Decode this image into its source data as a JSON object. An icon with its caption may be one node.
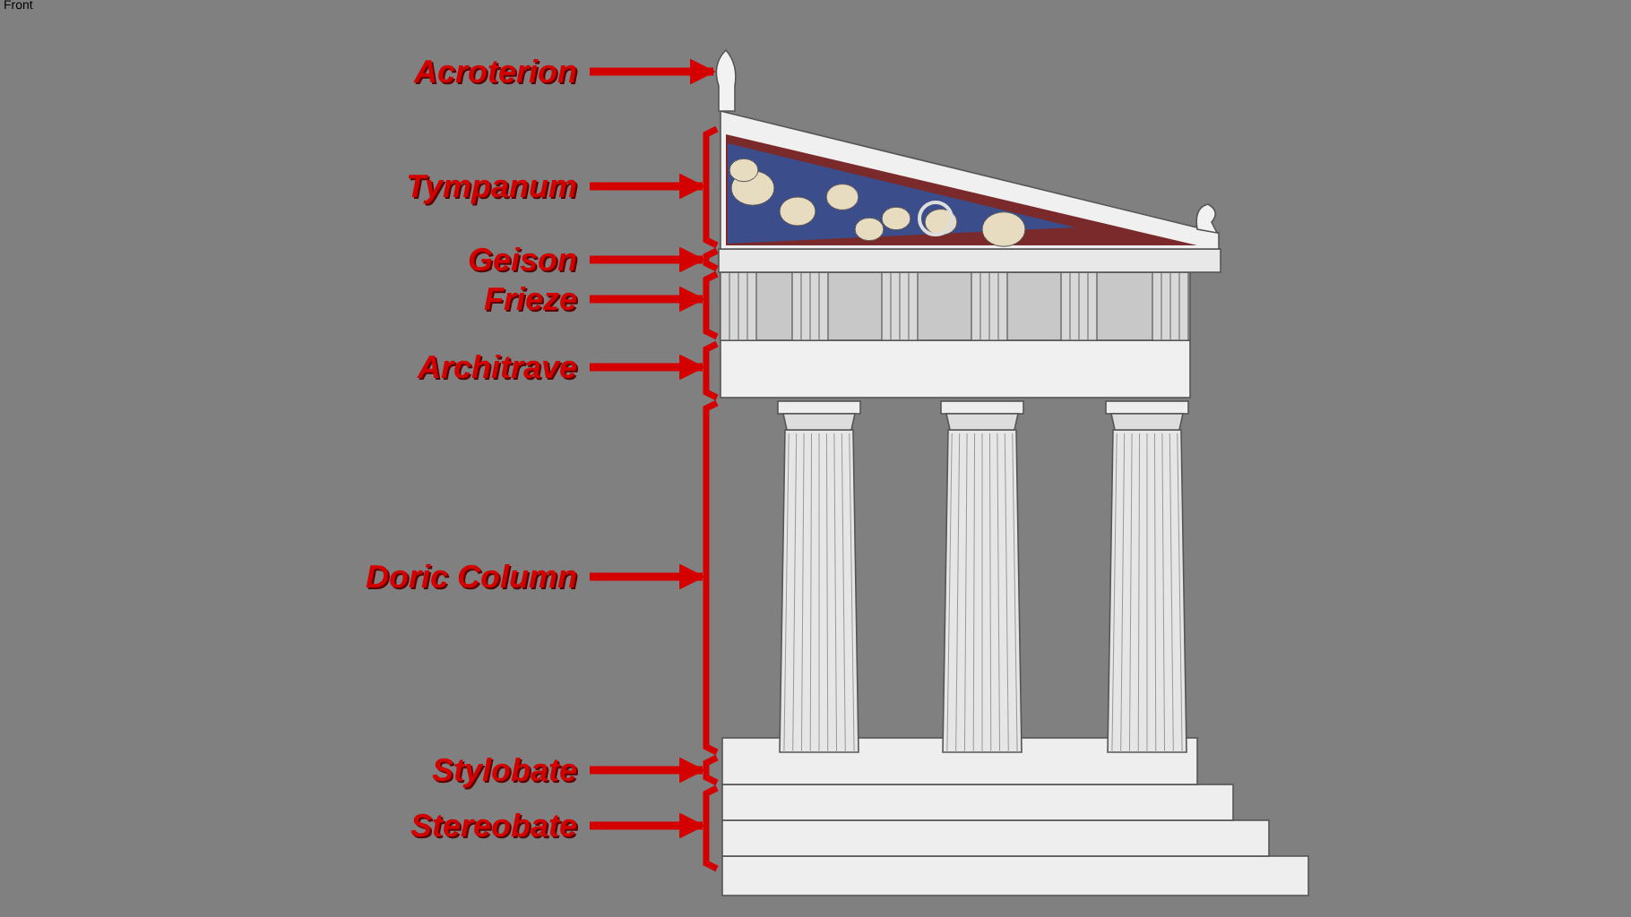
{
  "diagram": {
    "nodes": [
      {
        "text": [
          "Acroterion"
        ]
      },
      {
        "text": [
          "Tympanum"
        ]
      },
      {
        "text": [
          "Geison"
        ]
      },
      {
        "text": [
          "Frieze"
        ]
      },
      {
        "text": [
          "Architrave"
        ]
      },
      {
        "text": [
          "Doric Column"
        ]
      },
      {
        "text": [
          "Stylobate"
        ]
      },
      {
        "text": [
          "Stereobate"
        ]
      }
    ],
    "edges": [
      {
        "from": 0,
        "to": null,
        "arrow": "to"
      },
      {
        "from": 1,
        "to": null,
        "arrow": "to"
      },
      {
        "from": 2,
        "to": null,
        "arrow": "to"
      },
      {
        "from": 3,
        "to": null,
        "arrow": "to"
      },
      {
        "from": 4,
        "to": null,
        "arrow": "to"
      },
      {
        "from": 5,
        "to": null,
        "arrow": "to"
      },
      {
        "from": 6,
        "to": null,
        "arrow": "to"
      },
      {
        "from": 7,
        "to": null,
        "arrow": "to"
      }
    ],
    "labels": [
      "Front"
    ]
  }
}
